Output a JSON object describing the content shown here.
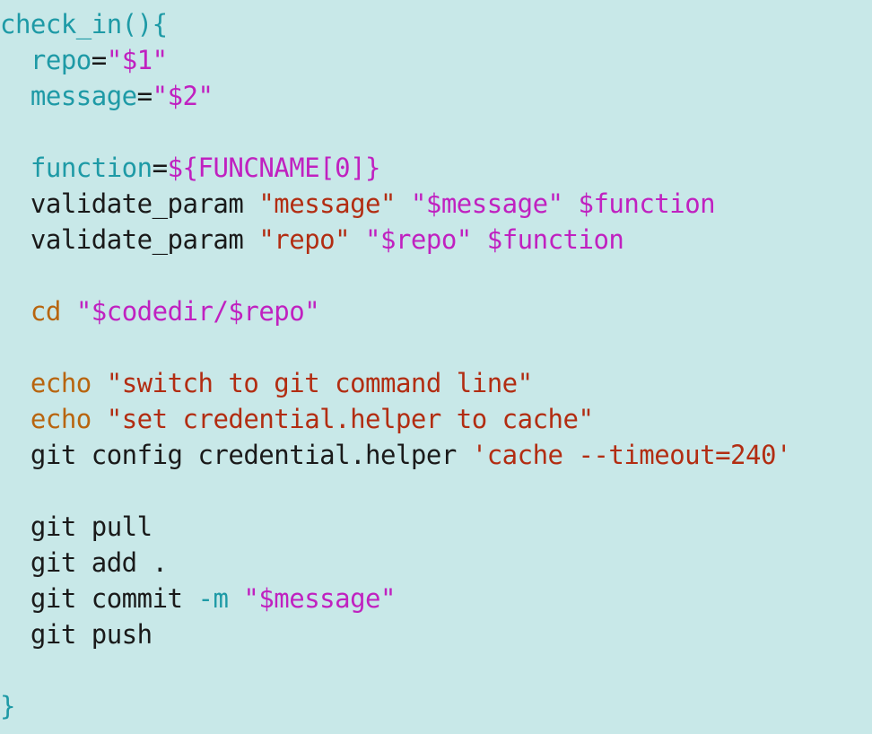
{
  "colors": {
    "background": "#c8e8e8",
    "plain": "#1a1a1a",
    "identifier": "#1e9aa6",
    "string": "#b22d12",
    "variable": "#c021c0",
    "builtin": "#b8650f",
    "brace": "#1e9aa6"
  },
  "code": {
    "language": "bash",
    "lines": [
      [
        {
          "text": "check_in(){",
          "kind": "identifier"
        }
      ],
      [
        {
          "text": "  ",
          "kind": "plain"
        },
        {
          "text": "repo",
          "kind": "identifier"
        },
        {
          "text": "=",
          "kind": "plain"
        },
        {
          "text": "\"$1\"",
          "kind": "variable"
        }
      ],
      [
        {
          "text": "  ",
          "kind": "plain"
        },
        {
          "text": "message",
          "kind": "identifier"
        },
        {
          "text": "=",
          "kind": "plain"
        },
        {
          "text": "\"$2\"",
          "kind": "variable"
        }
      ],
      [],
      [
        {
          "text": "  ",
          "kind": "plain"
        },
        {
          "text": "function",
          "kind": "identifier"
        },
        {
          "text": "=",
          "kind": "plain"
        },
        {
          "text": "${FUNCNAME[0]}",
          "kind": "variable"
        }
      ],
      [
        {
          "text": "  validate_param ",
          "kind": "plain"
        },
        {
          "text": "\"message\"",
          "kind": "string"
        },
        {
          "text": " ",
          "kind": "plain"
        },
        {
          "text": "\"$message\"",
          "kind": "variable"
        },
        {
          "text": " ",
          "kind": "plain"
        },
        {
          "text": "$function",
          "kind": "variable"
        }
      ],
      [
        {
          "text": "  validate_param ",
          "kind": "plain"
        },
        {
          "text": "\"repo\"",
          "kind": "string"
        },
        {
          "text": " ",
          "kind": "plain"
        },
        {
          "text": "\"$repo\"",
          "kind": "variable"
        },
        {
          "text": " ",
          "kind": "plain"
        },
        {
          "text": "$function",
          "kind": "variable"
        }
      ],
      [],
      [
        {
          "text": "  ",
          "kind": "plain"
        },
        {
          "text": "cd",
          "kind": "builtin"
        },
        {
          "text": " ",
          "kind": "plain"
        },
        {
          "text": "\"$codedir/$repo\"",
          "kind": "variable"
        }
      ],
      [],
      [
        {
          "text": "  ",
          "kind": "plain"
        },
        {
          "text": "echo",
          "kind": "builtin"
        },
        {
          "text": " ",
          "kind": "plain"
        },
        {
          "text": "\"switch to git command line\"",
          "kind": "string"
        }
      ],
      [
        {
          "text": "  ",
          "kind": "plain"
        },
        {
          "text": "echo",
          "kind": "builtin"
        },
        {
          "text": " ",
          "kind": "plain"
        },
        {
          "text": "\"set credential.helper to cache\"",
          "kind": "string"
        }
      ],
      [
        {
          "text": "  git config credential.helper ",
          "kind": "plain"
        },
        {
          "text": "'cache --timeout=240'",
          "kind": "string"
        }
      ],
      [],
      [
        {
          "text": "  git pull",
          "kind": "plain"
        }
      ],
      [
        {
          "text": "  git add .",
          "kind": "plain"
        }
      ],
      [
        {
          "text": "  git commit ",
          "kind": "plain"
        },
        {
          "text": "-m",
          "kind": "identifier"
        },
        {
          "text": " ",
          "kind": "plain"
        },
        {
          "text": "\"$message\"",
          "kind": "variable"
        }
      ],
      [
        {
          "text": "  git push",
          "kind": "plain"
        }
      ],
      [],
      [
        {
          "text": "}",
          "kind": "brace"
        }
      ]
    ]
  }
}
